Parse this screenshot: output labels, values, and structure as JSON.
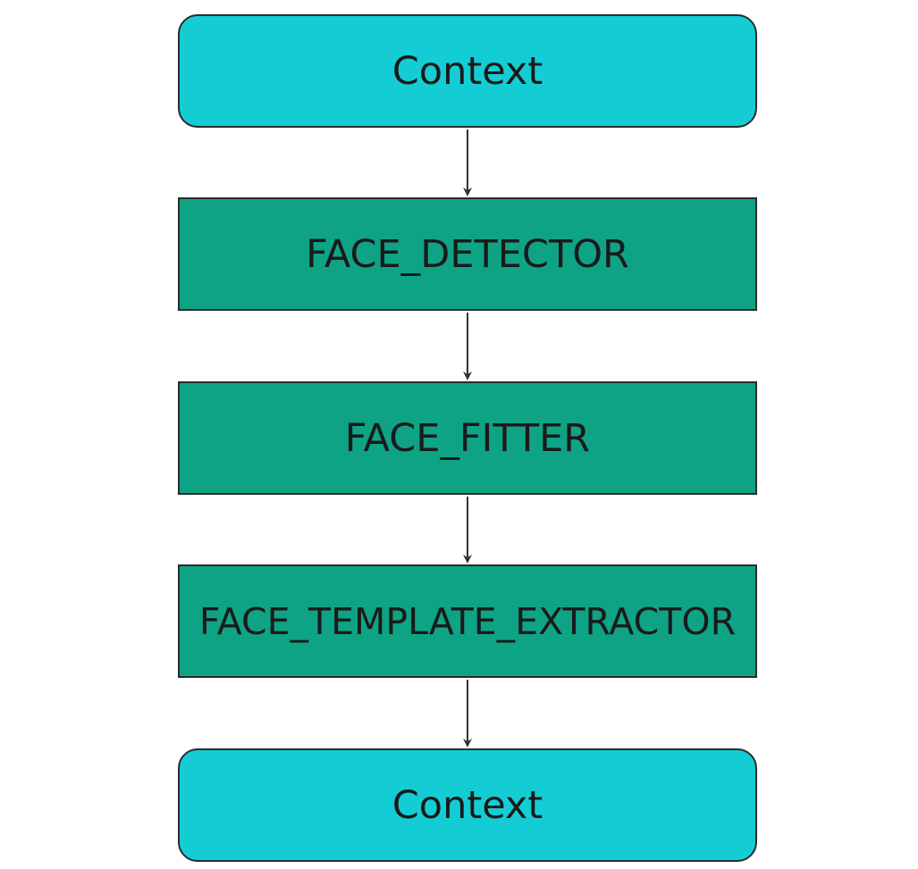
{
  "diagram": {
    "nodes": [
      {
        "id": "start",
        "label": "Context",
        "kind": "terminal",
        "color": "#14cdd4"
      },
      {
        "id": "detector",
        "label": "FACE_DETECTOR",
        "kind": "process",
        "color": "#0fa385"
      },
      {
        "id": "fitter",
        "label": "FACE_FITTER",
        "kind": "process",
        "color": "#0fa385"
      },
      {
        "id": "extractor",
        "label": "FACE_TEMPLATE_EXTRACTOR",
        "kind": "process",
        "color": "#0fa385"
      },
      {
        "id": "end",
        "label": "Context",
        "kind": "terminal",
        "color": "#14cdd4"
      }
    ],
    "edges": [
      {
        "from": "start",
        "to": "detector"
      },
      {
        "from": "detector",
        "to": "fitter"
      },
      {
        "from": "fitter",
        "to": "extractor"
      },
      {
        "from": "extractor",
        "to": "end"
      }
    ],
    "edge_color": "#333333"
  }
}
